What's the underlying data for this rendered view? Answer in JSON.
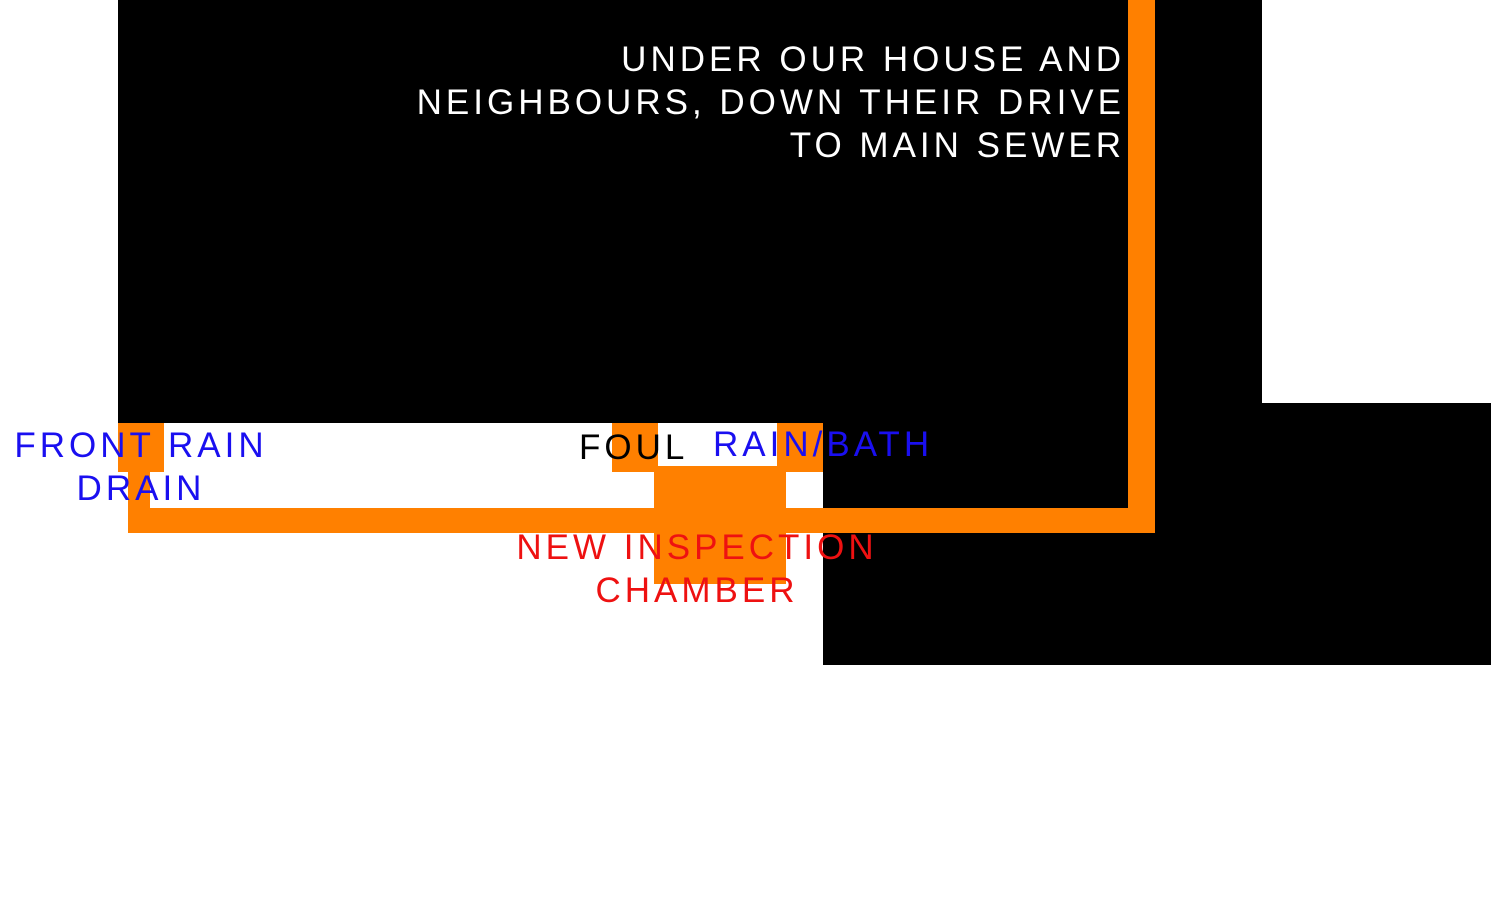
{
  "colors": {
    "building": "#000000",
    "pipe": "#ff8000",
    "house_text": "#ffffff",
    "rain_text": "#1a0ff0",
    "foul_text": "#000000",
    "chamber_text": "#ee1111"
  },
  "labels": {
    "house_route": [
      "UNDER OUR HOUSE AND",
      "NEIGHBOURS, DOWN THEIR DRIVE",
      "TO MAIN SEWER"
    ],
    "front_rain_drain": [
      "FRONT RAIN",
      "DRAIN"
    ],
    "foul": "FOUL",
    "rain_bath": "RAIN/BATH",
    "new_inspection_chamber": [
      "NEW INSPECTION",
      "CHAMBER"
    ]
  }
}
